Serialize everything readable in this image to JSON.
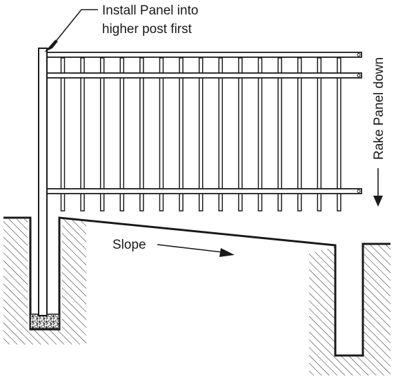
{
  "labels": {
    "install_line1": "Install Panel into",
    "install_line2": "higher post first",
    "rake": "Rake Panel down",
    "slope": "Slope"
  },
  "fence": {
    "picket_count": 15,
    "rail_count": 3
  },
  "colors": {
    "line": "#1a1a1a",
    "background": "#ffffff",
    "gravel": "#444444"
  }
}
